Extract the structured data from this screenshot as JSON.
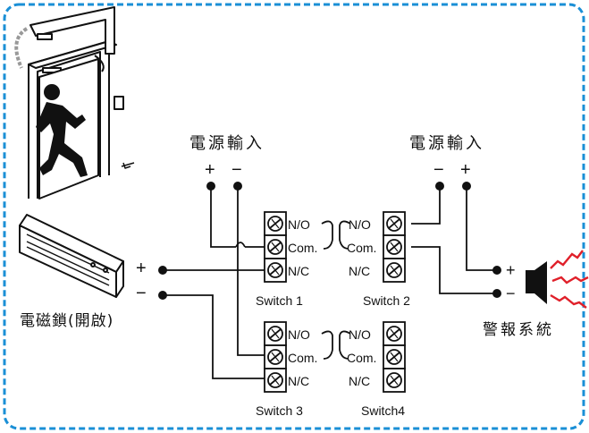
{
  "labels": {
    "power_in_left": "電源輸入",
    "power_in_right": "電源輸入",
    "plus": "+",
    "minus": "−",
    "lock": "電磁鎖(開啟)",
    "alarm": "警報系統",
    "no": "N/O",
    "com": "Com.",
    "nc": "N/C",
    "switch1": "Switch 1",
    "switch2": "Switch 2",
    "switch3": "Switch 3",
    "switch4": "Switch4"
  },
  "colors": {
    "border": "#1a8fd6",
    "wire": "#111111",
    "alarm_signal": "#e0202a"
  },
  "icons": {
    "door": "door-person-exit-icon",
    "lock": "magnetic-lock-icon",
    "speaker": "alarm-speaker-icon"
  }
}
